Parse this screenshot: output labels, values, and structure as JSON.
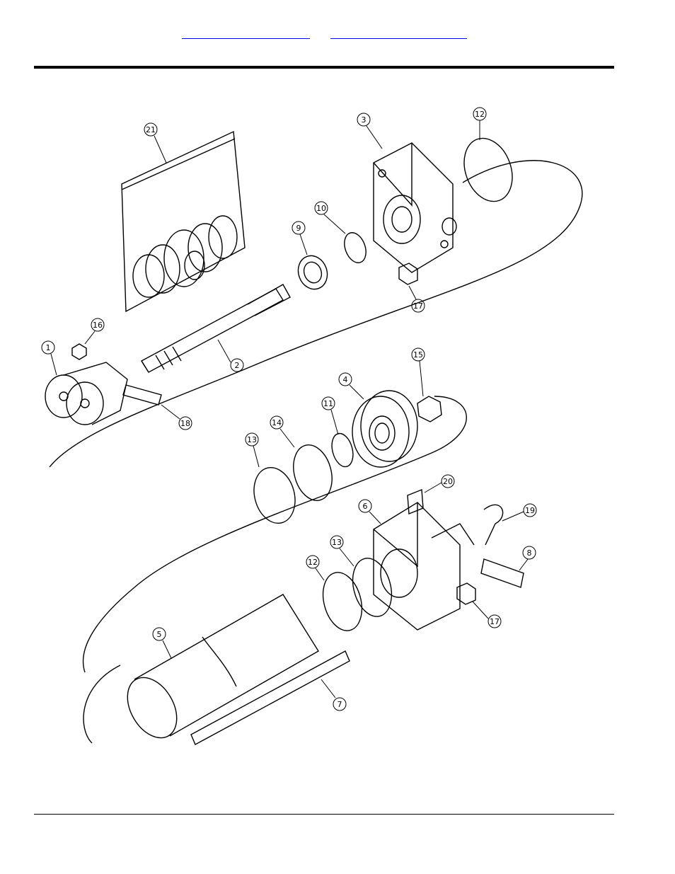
{
  "header": {
    "links": [
      "",
      ""
    ]
  },
  "diagram": {
    "callouts": [
      "1",
      "2",
      "3",
      "4",
      "5",
      "6",
      "7",
      "8",
      "9",
      "10",
      "11",
      "12",
      "12",
      "13",
      "13",
      "14",
      "15",
      "16",
      "17",
      "17",
      "18",
      "19",
      "20",
      "21"
    ]
  }
}
